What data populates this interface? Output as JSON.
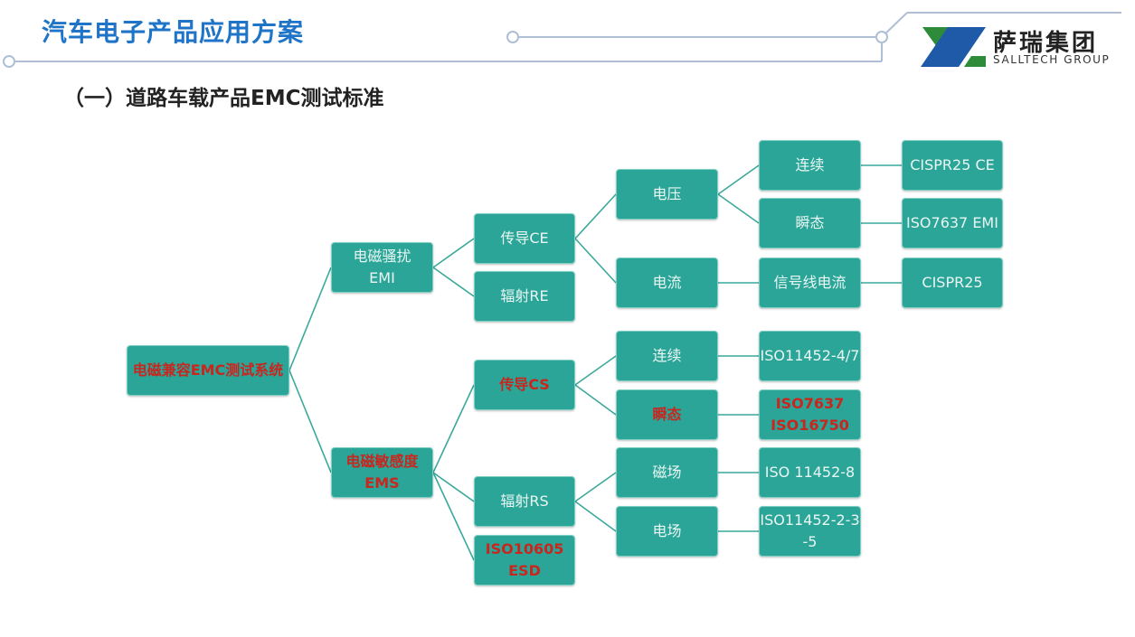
{
  "header": {
    "title": "汽车电子产品应用方案",
    "subtitle": "（一）道路车载产品EMC测试标准",
    "logo_cn": "萨瑞集团",
    "logo_en": "SALLTECH GROUP"
  },
  "colors": {
    "node_fill": "#2aa597",
    "link": "#3aa99b",
    "title_blue": "#1f74c8",
    "highlight_red": "#c8261f"
  },
  "tree": {
    "root": "电磁兼容EMC测试系统",
    "emi": "电磁骚扰\nEMI",
    "ems": "电磁敏感度\nEMS",
    "ce": "传导CE",
    "re": "辐射RE",
    "cs": "传导CS",
    "rs": "辐射RS",
    "esd": "ISO10605\nESD",
    "voltage": "电压",
    "current": "电流",
    "cs_continuous": "连续",
    "cs_transient": "瞬态",
    "magnetic": "磁场",
    "electric": "电场",
    "v_continuous": "连续",
    "v_transient": "瞬态",
    "signal_current": "信号线电流",
    "cispr25ce": "CISPR25 CE",
    "iso7637emi": "ISO7637 EMI",
    "cispr25": "CISPR25",
    "iso11452_4_7": "ISO11452-4/7",
    "iso7637_16750": "ISO7637\nISO16750",
    "iso11452_8": "ISO 11452-8",
    "iso11452_2_3_5": "ISO11452-2-3\n-5"
  }
}
